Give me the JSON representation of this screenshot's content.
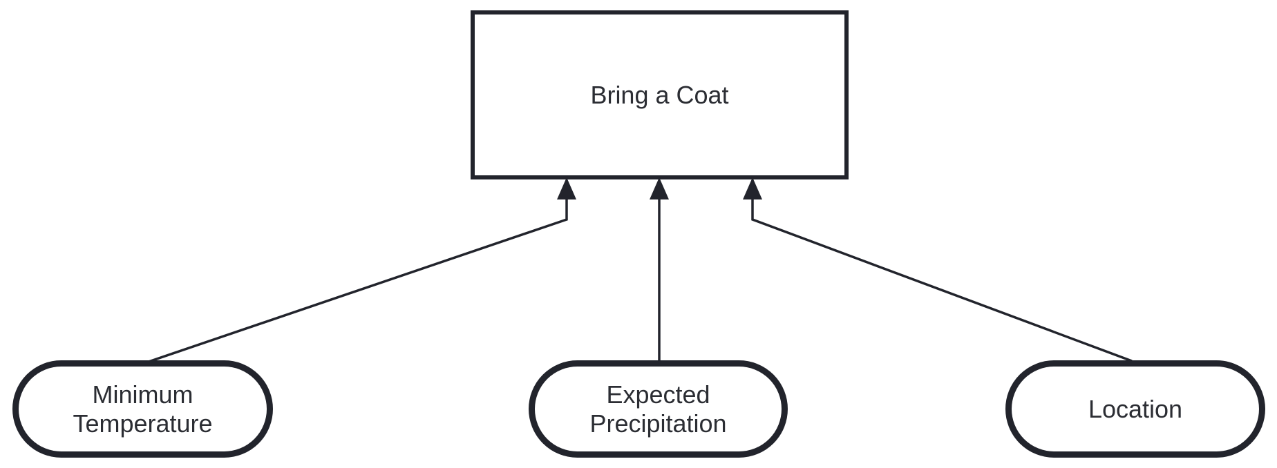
{
  "diagram": {
    "type": "flowchart",
    "decision_node": {
      "label": "Bring a Coat"
    },
    "input_nodes": [
      {
        "label": "Minimum Temperature"
      },
      {
        "label": "Expected Precipitation"
      },
      {
        "label": "Location"
      }
    ],
    "edges": [
      {
        "from": "Minimum Temperature",
        "to": "Bring a Coat",
        "arrow": "up"
      },
      {
        "from": "Expected Precipitation",
        "to": "Bring a Coat",
        "arrow": "up"
      },
      {
        "from": "Location",
        "to": "Bring a Coat",
        "arrow": "up"
      }
    ],
    "colors": {
      "stroke": "#22242c",
      "text": "#2b2d33",
      "background": "#ffffff"
    }
  }
}
